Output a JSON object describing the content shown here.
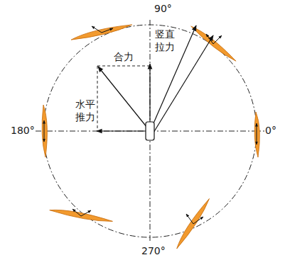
{
  "diagram": {
    "labels": [
      "90°",
      "180°",
      "0°",
      "270°",
      "竖直拉力",
      "合力",
      "水平推力"
    ]
  }
}
